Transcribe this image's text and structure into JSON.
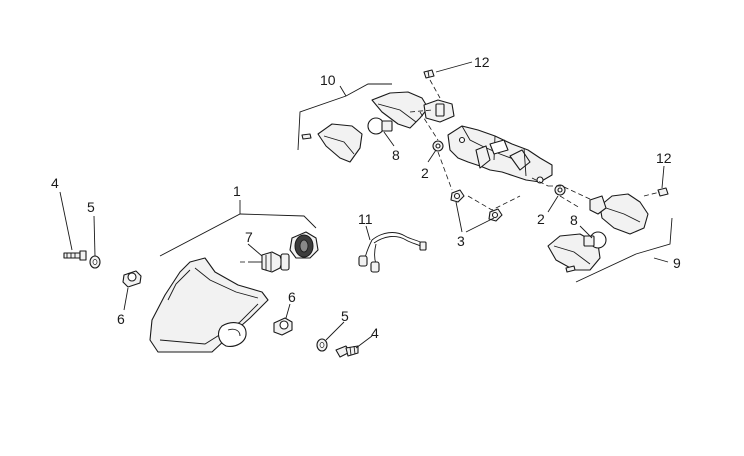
{
  "callouts": {
    "c1": "1",
    "c2a": "2",
    "c2b": "2",
    "c3": "3",
    "c4a": "4",
    "c4b": "4",
    "c5a": "5",
    "c5b": "5",
    "c6a": "6",
    "c6b": "6",
    "c7": "7",
    "c8a": "8",
    "c8b": "8",
    "c9": "9",
    "c10": "10",
    "c11": "11",
    "c12a": "12",
    "c12b": "12"
  },
  "colors": {
    "ink": "#1a1a1a",
    "part_fill": "#f2f2f2",
    "background": "#ffffff"
  }
}
